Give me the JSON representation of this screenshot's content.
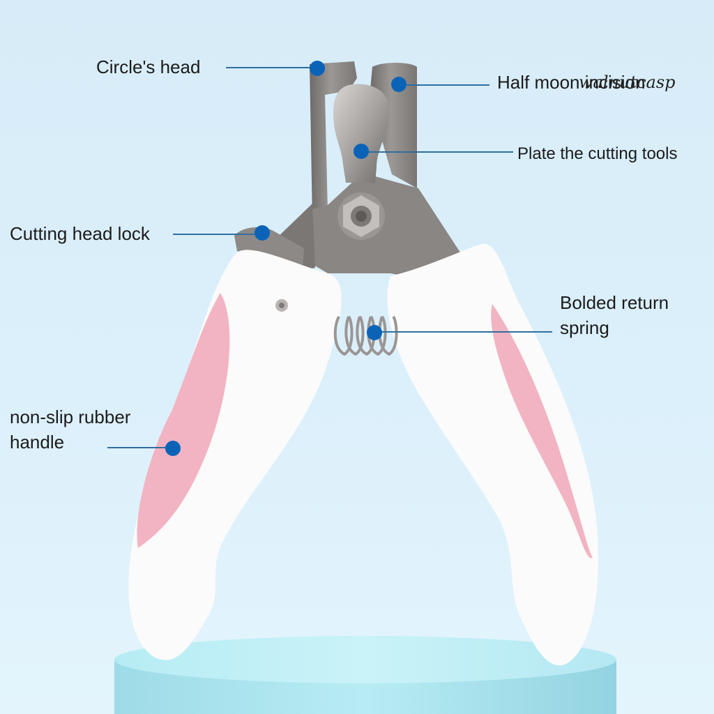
{
  "callouts": {
    "circle_head": "Circle's head",
    "half_moon": "Half moon incision",
    "plate": "Plate  the cutting tools",
    "cutting_head_lock": "Cutting head lock",
    "bolded_spring_line1": "Bolded return",
    "bolded_spring_line2": "spring",
    "handle_line1": "non-slip rubber",
    "handle_line2": "handle"
  },
  "watermark": "walnutcasp",
  "colors": {
    "background": "#d9eef9",
    "marker": "#0b63b8",
    "leader_line": "#2f6e9e",
    "handle_white": "#fbfbfb",
    "handle_pink": "#f2b4c2",
    "steel": "#8e8a88",
    "pedestal": "#b8eaf3"
  }
}
